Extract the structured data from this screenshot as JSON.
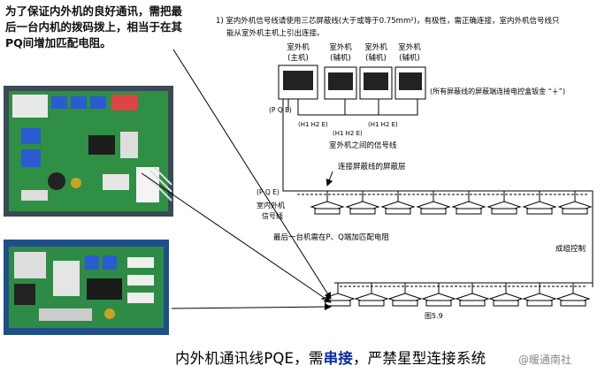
{
  "left_note": "为了保证内外机的良好通讯，需把最后一台内机的拨码拨上，相当于在其PQ间增加匹配电阻。",
  "caption": {
    "part1": "内外机通讯线PQE，需",
    "highlight": "串接",
    "part2": "，严禁星型连接系统"
  },
  "watermark": "@暖通南社",
  "diagram": {
    "intro_line1": "1)  室内外机信号线请使用三芯屏蔽线(大于或等于0.75mm²)，有极性，需正确连接，室内外机信号线只",
    "intro_line2": "能从室外机主机上引出连接。",
    "units": [
      {
        "line1": "室外机",
        "line2": "(主机)"
      },
      {
        "line1": "室外机",
        "line2": "(辅机)"
      },
      {
        "line1": "室外机",
        "line2": "(辅机)"
      },
      {
        "line1": "室外机",
        "line2": "(辅机)"
      }
    ],
    "shield_note": "(所有屏蔽线的屏蔽端连接电控盒钣金 “⏚”)",
    "pqe": "(P Q E)",
    "h_terms": "(H1  H2  E)",
    "between_label": "室外机之间的信号线",
    "shield_layer": "连接屏蔽线的屏蔽层",
    "pqe2": "(P Q E)",
    "in_out_label_1": "室内外机",
    "in_out_label_2": "信号线",
    "last_unit_note": "最后一台机需在P、Q端加匹配电阻",
    "group_control": "成组控制",
    "figure": "图5.9"
  },
  "colors": {
    "pcb_green": "#2f8f45",
    "highlight_blue": "#0a2aa8"
  }
}
